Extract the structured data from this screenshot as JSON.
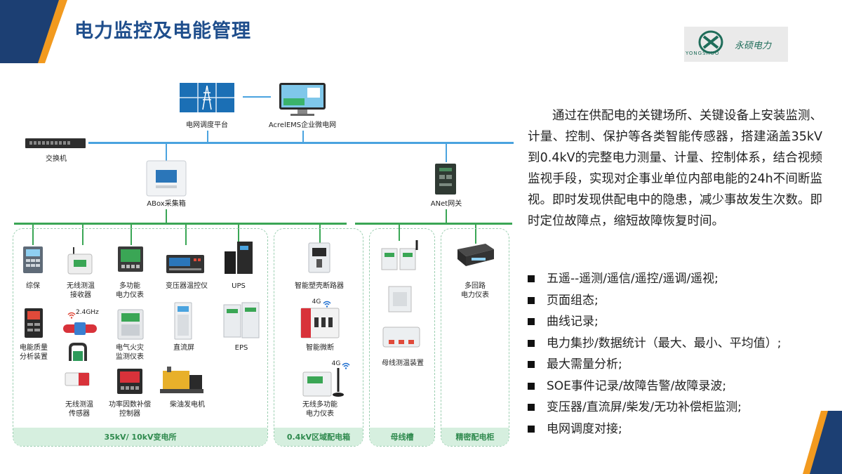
{
  "page": {
    "title": "电力监控及电能管理"
  },
  "logo": {
    "mark_text": "YONGSHUO",
    "company": "永硕电力"
  },
  "network": {
    "grid_platform": "电网调度平台",
    "ems_platform": "AcrelEMS企业微电网",
    "switch": "交换机",
    "abox": "ABox采集箱",
    "anet": "ANet网关"
  },
  "zones": [
    {
      "footer": "35kV/ 10kV变电所"
    },
    {
      "footer": "0.4kV区域配电箱"
    },
    {
      "footer": "母线槽"
    },
    {
      "footer": "精密配电柜"
    }
  ],
  "devices": {
    "zongbao": "综保",
    "wireless_temp_receiver": "无线测温\n接收器",
    "multi_meter": "多功能\n电力仪表",
    "transformer_temp": "变压器温控仪",
    "ups": "UPS",
    "power_quality": "电能质量\n分析装置",
    "badge_24ghz": "2.4GHz",
    "fire_monitor": "电气火灾\n监测仪表",
    "dc_panel": "直流屏",
    "eps": "EPS",
    "wireless_temp_sensor": "无线测温\n传感器",
    "pf_compensation": "功率因数补偿\n控制器",
    "diesel": "柴油发电机",
    "smart_mccb": "智能塑壳断路器",
    "badge_4g_a": "4G",
    "smart_breaker": "智能微断",
    "badge_4g_b": "4G",
    "wireless_multi_meter": "无线多功能\n电力仪表",
    "busbar_temp": "母线测温装置",
    "multi_loop_meter": "多回路\n电力仪表"
  },
  "description": "通过在供配电的关键场所、关键设备上安装监测、计量、控制、保护等各类智能传感器，搭建涵盖35kV到0.4kV的完整电力测量、计量、控制体系，结合视频监视手段，实现对企事业单位内部电能的24h不间断监视。即时发现供配电中的隐患，减少事故发生次数。即时定位故障点，缩短故障恢复时间。",
  "features": [
    "五遥--遥测/遥信/遥控/遥调/遥视;",
    "页面组态;",
    "曲线记录;",
    "电力集抄/数据统计（最大、最小、平均值）;",
    "最大需量分析;",
    "SOE事件记录/故障告警/故障录波;",
    "变压器/直流屏/柴发/无功补偿柜监测;",
    "电网调度对接;"
  ],
  "colors": {
    "title": "#1f4e8c",
    "network_line": "#4aa3df",
    "field_line": "#3aa655",
    "zone_border": "#9ccfb1",
    "zone_footer_bg": "#d6efdf",
    "zone_footer_text": "#2f8a4e",
    "corner_navy": "#1c3f73",
    "corner_orange": "#f29a1f"
  }
}
